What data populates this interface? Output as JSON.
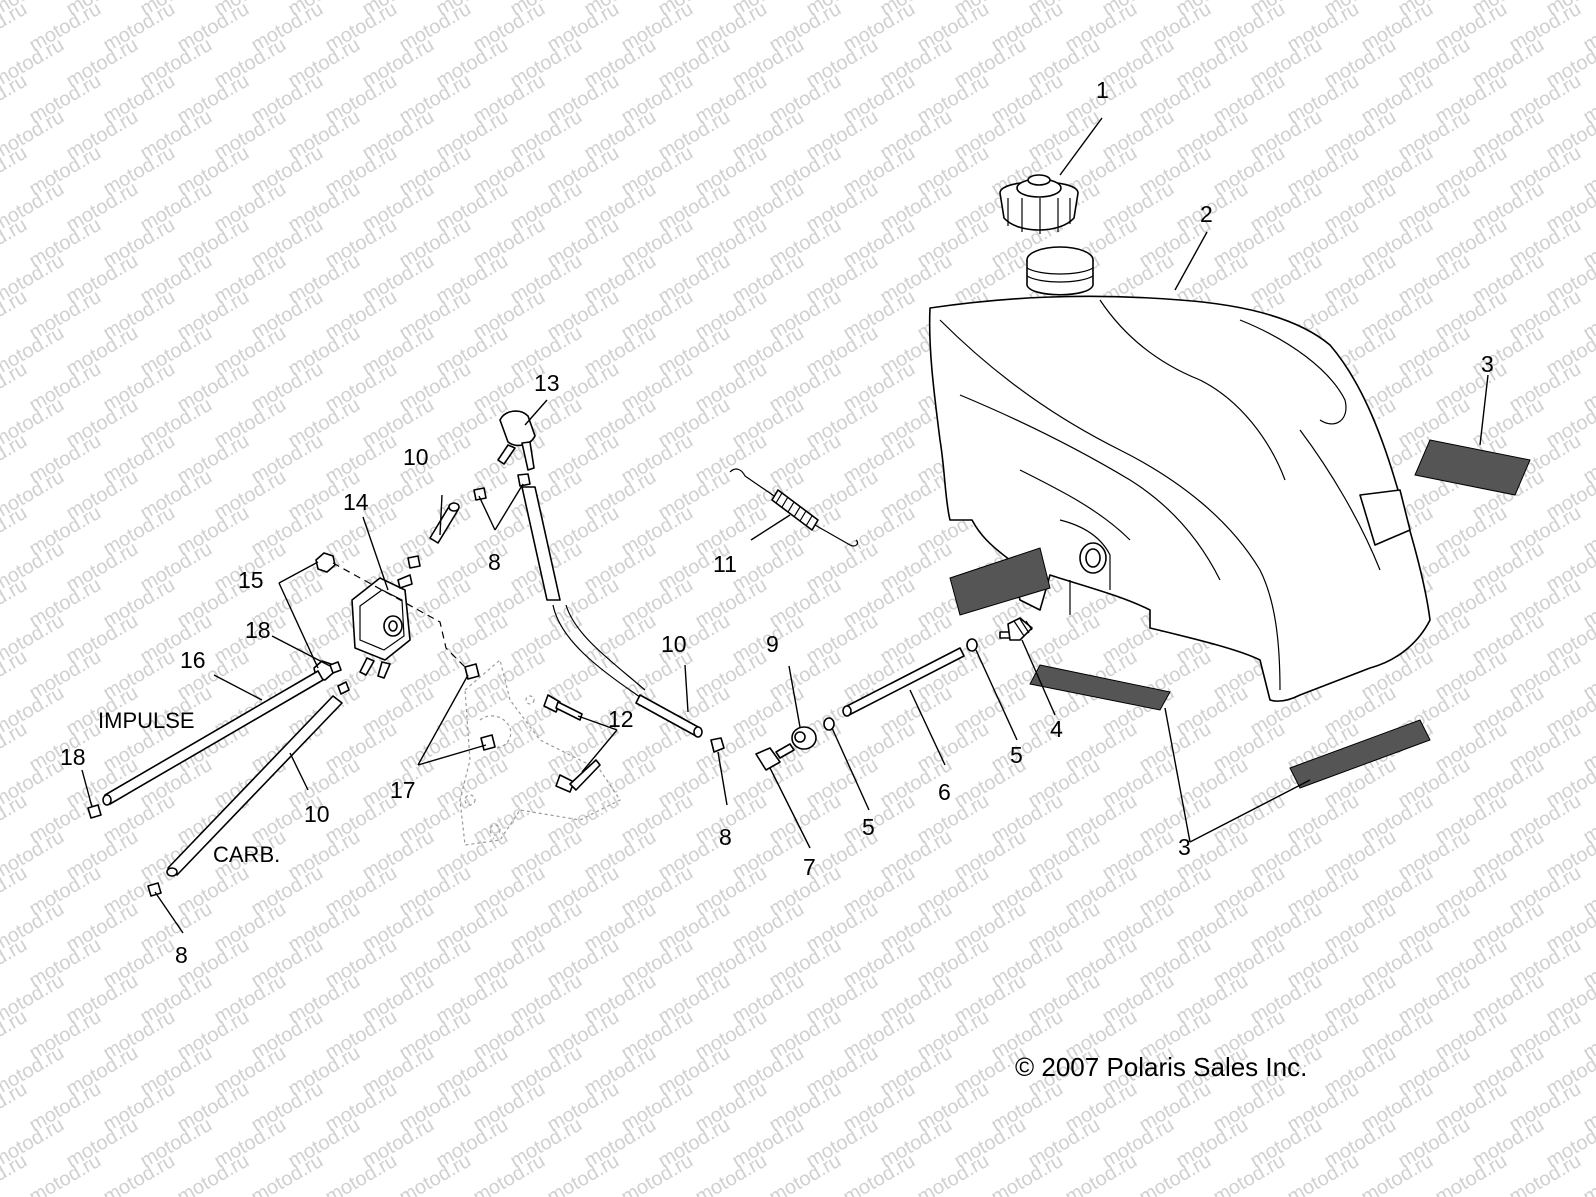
{
  "watermark": {
    "text": "motod.ru",
    "color": "#d0d0d0"
  },
  "callouts": [
    {
      "id": "c1",
      "text": "1"
    },
    {
      "id": "c2",
      "text": "2"
    },
    {
      "id": "c3a",
      "text": "3"
    },
    {
      "id": "c3b",
      "text": "3"
    },
    {
      "id": "c4",
      "text": "4"
    },
    {
      "id": "c5a",
      "text": "5"
    },
    {
      "id": "c5b",
      "text": "5"
    },
    {
      "id": "c6",
      "text": "6"
    },
    {
      "id": "c7",
      "text": "7"
    },
    {
      "id": "c8a",
      "text": "8"
    },
    {
      "id": "c8b",
      "text": "8"
    },
    {
      "id": "c8c",
      "text": "8"
    },
    {
      "id": "c9",
      "text": "9"
    },
    {
      "id": "c10a",
      "text": "10"
    },
    {
      "id": "c10b",
      "text": "10"
    },
    {
      "id": "c10c",
      "text": "10"
    },
    {
      "id": "c11",
      "text": "11"
    },
    {
      "id": "c12",
      "text": "12"
    },
    {
      "id": "c13",
      "text": "13"
    },
    {
      "id": "c14",
      "text": "14"
    },
    {
      "id": "c15",
      "text": "15"
    },
    {
      "id": "c16",
      "text": "16"
    },
    {
      "id": "c17",
      "text": "17"
    },
    {
      "id": "c18a",
      "text": "18"
    },
    {
      "id": "c18b",
      "text": "18"
    }
  ],
  "labels": {
    "impulse": "IMPULSE",
    "carb": "CARB."
  },
  "copyright": "© 2007 Polaris Sales Inc."
}
